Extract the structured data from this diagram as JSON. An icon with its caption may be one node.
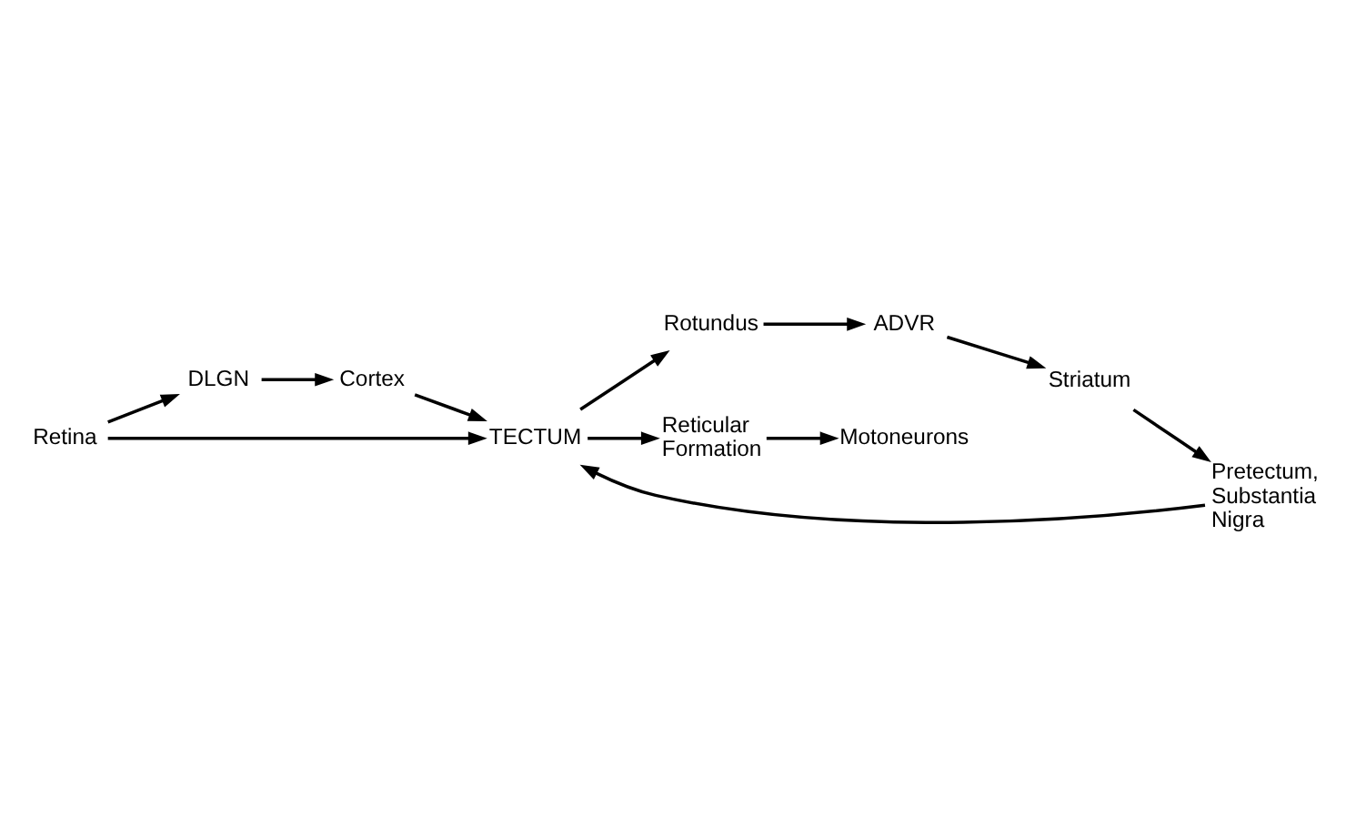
{
  "diagram": {
    "nodes": [
      {
        "text": [
          "Retina"
        ]
      },
      {
        "text": [
          "DLGN"
        ]
      },
      {
        "text": [
          "Cortex"
        ]
      },
      {
        "text": [
          "TECTUM"
        ]
      },
      {
        "text": [
          "Rotundus"
        ]
      },
      {
        "text": [
          "ADVR"
        ]
      },
      {
        "text": [
          "Striatum"
        ]
      },
      {
        "text": [
          "Pretectum, Substantia Nigra"
        ]
      },
      {
        "text": [
          "Reticular Formation"
        ]
      },
      {
        "text": [
          "Motoneurons"
        ]
      }
    ],
    "edges": [
      {
        "from": 0,
        "to": 3,
        "arrow": "to"
      },
      {
        "from": 0,
        "to": 1,
        "arrow": "to"
      },
      {
        "from": 1,
        "to": 2,
        "arrow": "to"
      },
      {
        "from": 2,
        "to": 3,
        "arrow": "to"
      },
      {
        "from": 3,
        "to": 4,
        "arrow": "to"
      },
      {
        "from": 4,
        "to": 5,
        "arrow": "to"
      },
      {
        "from": 5,
        "to": 6,
        "arrow": "to"
      },
      {
        "from": 6,
        "to": 7,
        "arrow": "to"
      },
      {
        "from": 7,
        "to": 3,
        "arrow": "to"
      },
      {
        "from": 3,
        "to": 8,
        "arrow": "to"
      },
      {
        "from": 8,
        "to": 9,
        "arrow": "to"
      }
    ]
  }
}
